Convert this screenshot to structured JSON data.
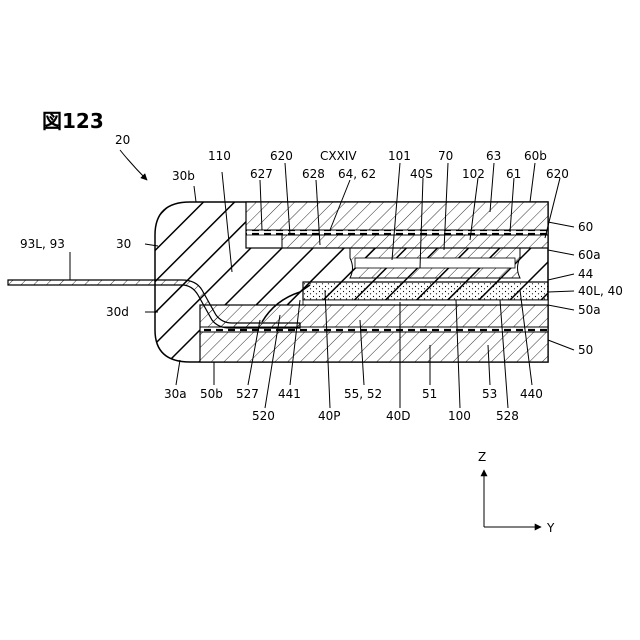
{
  "figure": {
    "title": "図123",
    "ref_main": "20",
    "section_mark": "CXXIV"
  },
  "labels": {
    "top": [
      {
        "id": "l110",
        "text": "110"
      },
      {
        "id": "l30b",
        "text": "30b"
      },
      {
        "id": "l620a",
        "text": "620"
      },
      {
        "id": "l627",
        "text": "627"
      },
      {
        "id": "l628",
        "text": "628"
      },
      {
        "id": "l6462",
        "text": "64, 62"
      },
      {
        "id": "l101",
        "text": "101"
      },
      {
        "id": "l40S",
        "text": "40S"
      },
      {
        "id": "l70",
        "text": "70"
      },
      {
        "id": "l102",
        "text": "102"
      },
      {
        "id": "l63",
        "text": "63"
      },
      {
        "id": "l61",
        "text": "61"
      },
      {
        "id": "l60b",
        "text": "60b"
      },
      {
        "id": "l620b",
        "text": "620"
      }
    ],
    "left": [
      {
        "id": "l9393L",
        "text": "93L, 93"
      },
      {
        "id": "l30",
        "text": "30"
      },
      {
        "id": "l30d",
        "text": "30d"
      }
    ],
    "right": [
      {
        "id": "l60",
        "text": "60"
      },
      {
        "id": "l60a",
        "text": "60a"
      },
      {
        "id": "l44",
        "text": "44"
      },
      {
        "id": "l40L40",
        "text": "40L, 40"
      },
      {
        "id": "l50a",
        "text": "50a"
      },
      {
        "id": "l50",
        "text": "50"
      }
    ],
    "bottom": [
      {
        "id": "l30a",
        "text": "30a"
      },
      {
        "id": "l50b",
        "text": "50b"
      },
      {
        "id": "l527",
        "text": "527"
      },
      {
        "id": "l520",
        "text": "520"
      },
      {
        "id": "l441",
        "text": "441"
      },
      {
        "id": "l40P",
        "text": "40P"
      },
      {
        "id": "l5552",
        "text": "55, 52"
      },
      {
        "id": "l40D",
        "text": "40D"
      },
      {
        "id": "l51",
        "text": "51"
      },
      {
        "id": "l100",
        "text": "100"
      },
      {
        "id": "l53",
        "text": "53"
      },
      {
        "id": "l528",
        "text": "528"
      },
      {
        "id": "l440",
        "text": "440"
      }
    ]
  },
  "axes": {
    "z_label": "Z",
    "y_label": "Y"
  }
}
